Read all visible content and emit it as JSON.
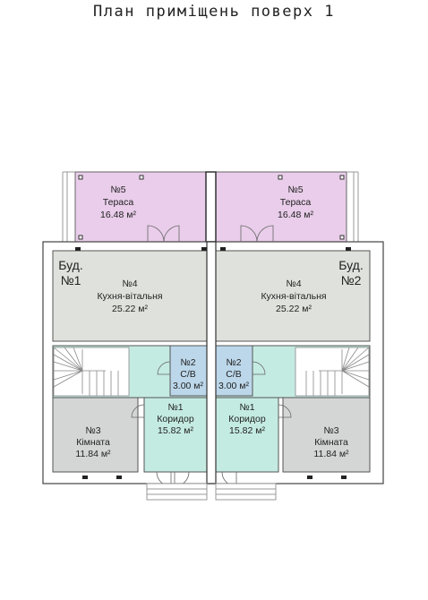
{
  "title": "План приміщень поверх 1",
  "buildings": [
    {
      "label_line1": "Буд.",
      "label_line2": "№1",
      "rooms": {
        "terrace": {
          "num": "№5",
          "name": "Тераса",
          "area": "16.48 м²"
        },
        "kitchen": {
          "num": "№4",
          "name": "Кухня-вітальня",
          "area": "25.22 м²"
        },
        "bath": {
          "num": "№2",
          "name": "С/В",
          "area": "3.00 м²"
        },
        "corridor": {
          "num": "№1",
          "name": "Коридор",
          "area": "15.82 м²"
        },
        "room": {
          "num": "№3",
          "name": "Кімната",
          "area": "11.84 м²"
        }
      }
    },
    {
      "label_line1": "Буд.",
      "label_line2": "№2",
      "rooms": {
        "terrace": {
          "num": "№5",
          "name": "Тераса",
          "area": "16.48 м²"
        },
        "kitchen": {
          "num": "№4",
          "name": "Кухня-вітальня",
          "area": "25.22 м²"
        },
        "bath": {
          "num": "№2",
          "name": "С/В",
          "area": "3.00 м²"
        },
        "corridor": {
          "num": "№1",
          "name": "Коридор",
          "area": "15.82 м²"
        },
        "room": {
          "num": "№3",
          "name": "Кімната",
          "area": "11.84 м²"
        }
      }
    }
  ],
  "colors": {
    "terrace": "#e9cdea",
    "kitchen": "#dfe2dc",
    "corridor": "#c4ebe2",
    "bath": "#bcd7ea",
    "room": "#d4d6d6",
    "wall": "#2a2a2a"
  }
}
